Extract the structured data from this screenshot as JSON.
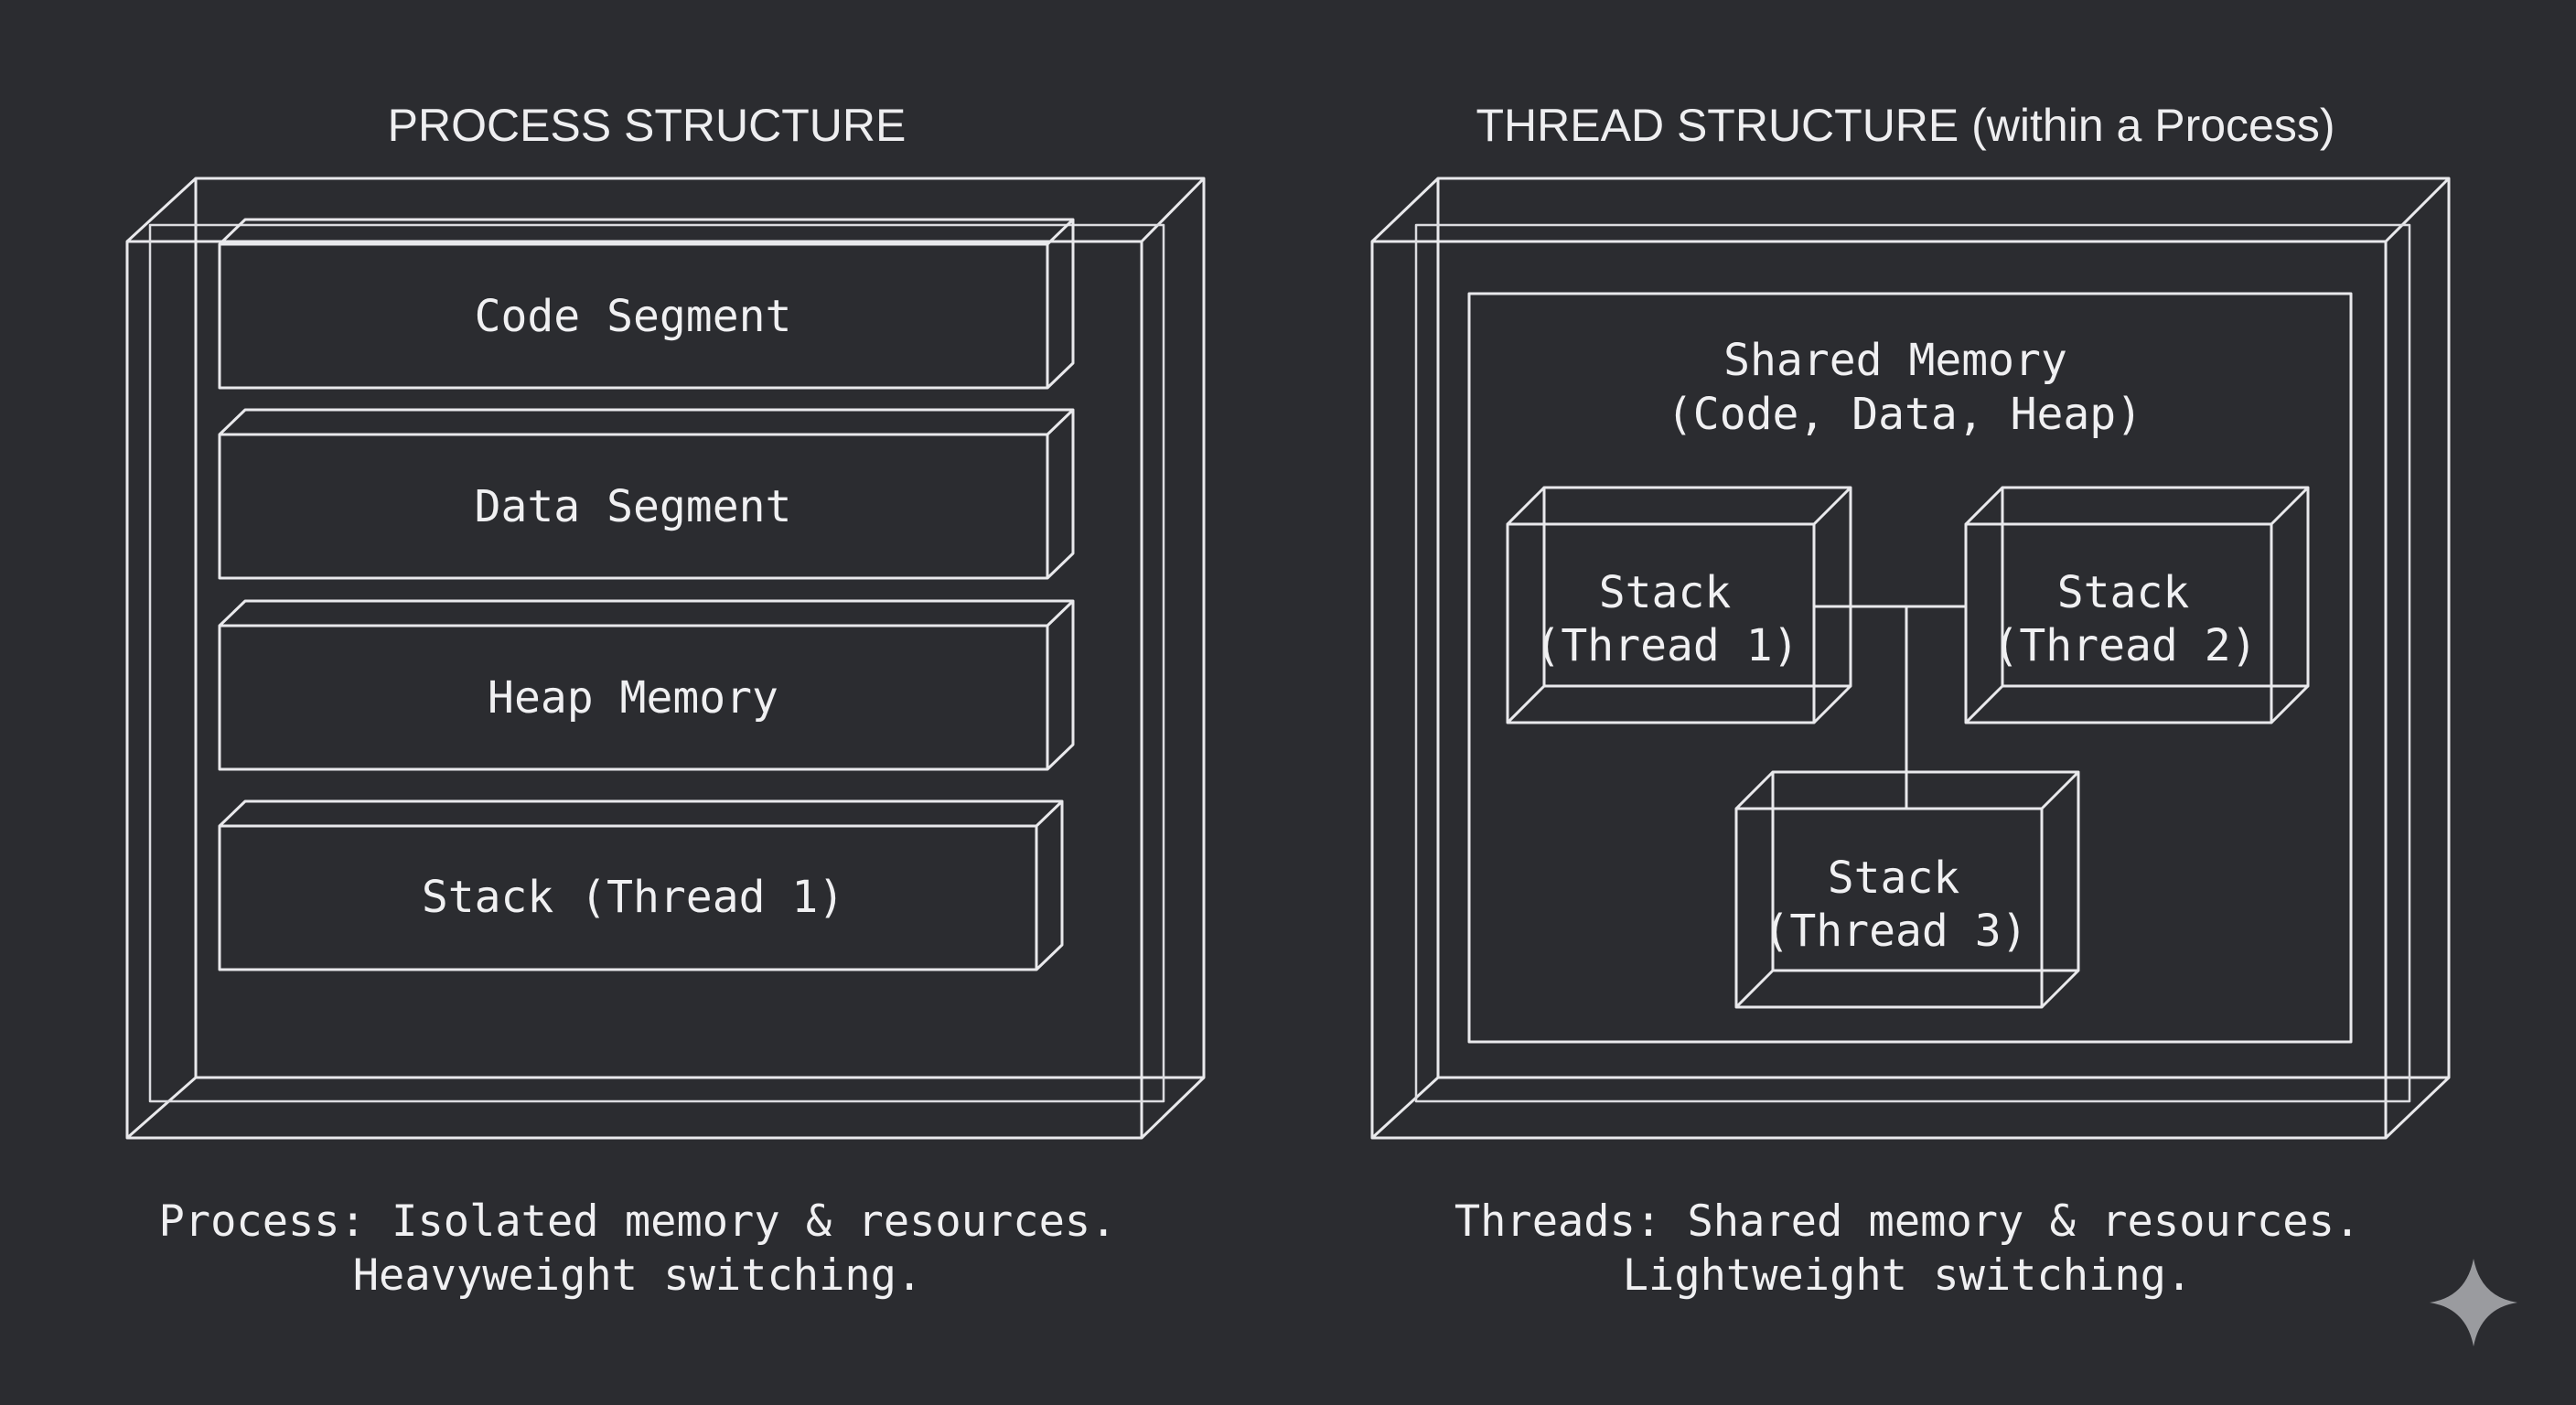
{
  "process": {
    "title": "PROCESS STRUCTURE",
    "segments": [
      {
        "label": "Code Segment"
      },
      {
        "label": "Data Segment"
      },
      {
        "label": "Heap Memory"
      },
      {
        "label": "Stack (Thread 1)"
      }
    ],
    "caption_line1": "Process: Isolated memory & resources.",
    "caption_line2": "Heavyweight switching."
  },
  "thread": {
    "title": "THREAD STRUCTURE (within a Process)",
    "shared_line1": "Shared Memory",
    "shared_line2": "(Code, Data, Heap)",
    "stacks": [
      {
        "line1": "Stack",
        "line2": "(Thread 1)"
      },
      {
        "line1": "Stack",
        "line2": "(Thread 2)"
      },
      {
        "line1": "Stack",
        "line2": "(Thread 3)"
      }
    ],
    "caption_line1": "Threads: Shared memory & resources.",
    "caption_line2": "Lightweight switching."
  },
  "icons": {
    "corner": "sparkle-icon"
  },
  "colors": {
    "background": "#2b2c30",
    "line": "#e9e9ec",
    "text": "#f0f0f2",
    "sparkle": "#9a9b9f"
  }
}
